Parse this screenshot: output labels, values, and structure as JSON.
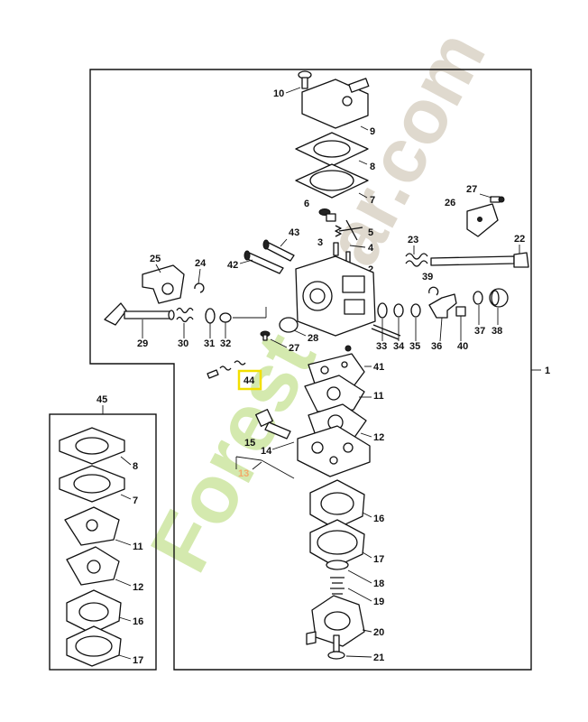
{
  "watermark": {
    "green": "Forest",
    "beige": "ar.com"
  },
  "colors": {
    "highlight": "#f2df00",
    "watermark_green": "#cde6a1",
    "watermark_beige": "#dad3c6",
    "leader_orange": "#f3a96a"
  },
  "main_assembly_label": "1",
  "kit_label": "45",
  "highlighted_part": "44",
  "parts": {
    "p2": "2",
    "p3": "3",
    "p4": "4",
    "p5": "5",
    "p6": "6",
    "p7": "7",
    "p8": "8",
    "p9": "9",
    "p10": "10",
    "p11": "11",
    "p12": "12",
    "p13": "13",
    "p14": "14",
    "p15": "15",
    "p16": "16",
    "p17": "17",
    "p18": "18",
    "p19": "19",
    "p20": "20",
    "p21": "21",
    "p22": "22",
    "p23": "23",
    "p24": "24",
    "p25": "25",
    "p26": "26",
    "p27a": "27",
    "p27b": "27",
    "p28": "28",
    "p29": "29",
    "p30": "30",
    "p31": "31",
    "p32": "32",
    "p33": "33",
    "p34": "34",
    "p35": "35",
    "p36": "36",
    "p37": "37",
    "p38": "38",
    "p39": "39",
    "p40": "40",
    "p41": "41",
    "p42": "42",
    "p43": "43"
  },
  "kit_parts": {
    "k8": "8",
    "k7": "7",
    "k11": "11",
    "k12": "12",
    "k16": "16",
    "k17": "17"
  }
}
